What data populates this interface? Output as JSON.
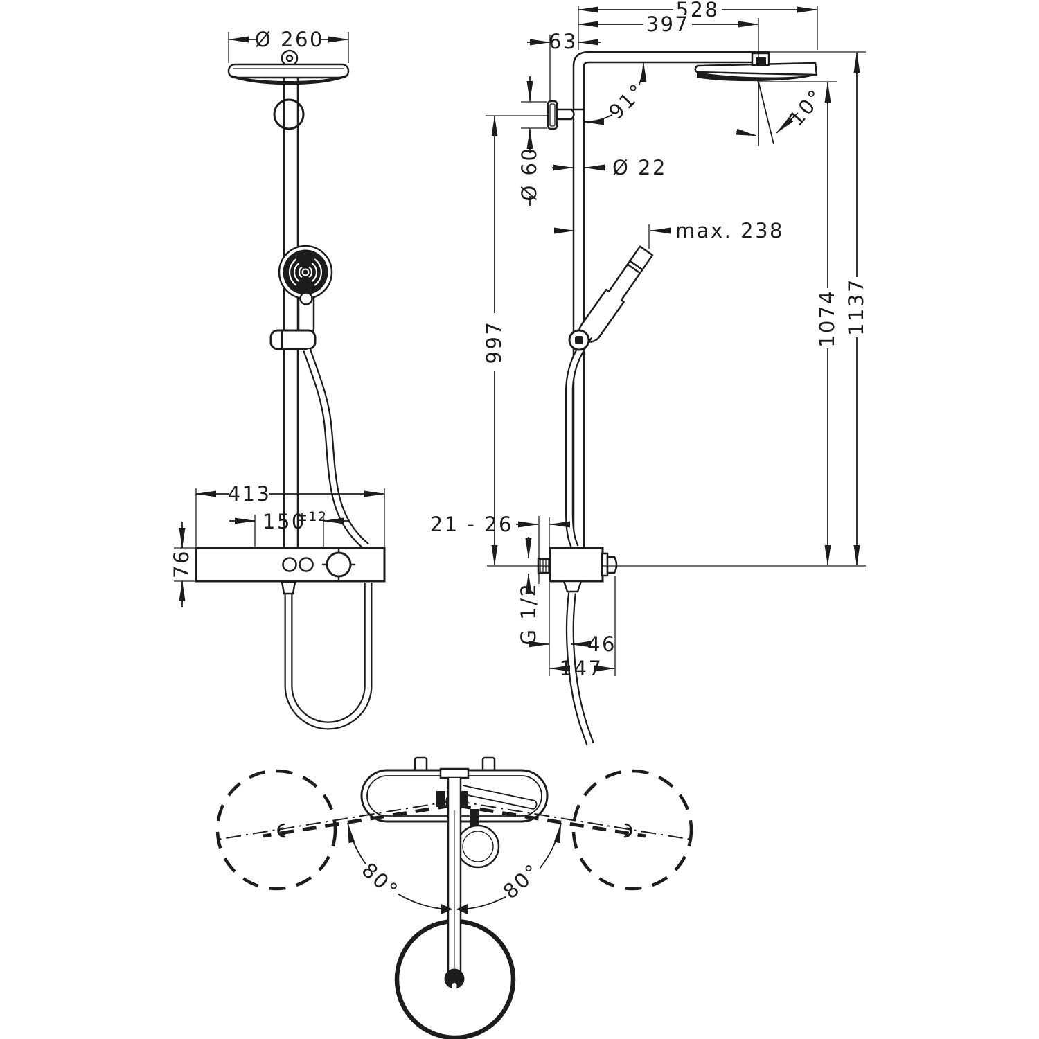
{
  "drawing": {
    "front_view": {
      "head_diameter": "Ø 260",
      "valve_width": "413",
      "connection_spacing": "150",
      "connection_tolerance": "±12",
      "valve_height": "76"
    },
    "side_view": {
      "arm_reach": "528",
      "head_center_reach": "397",
      "wall_to_pipe": "63",
      "arm_angle": "91°",
      "head_tilt_angle": "10°",
      "escutcheon_diameter": "Ø 60",
      "pipe_diameter": "Ø 22",
      "handshower_reach": "max. 238",
      "pipe_height": "997",
      "head_underside_height": "1074",
      "overall_height": "1137",
      "wall_clearance": "21 - 26",
      "connection_thread": "G 1/2",
      "hose_to_wall": "46",
      "valve_depth": "147"
    },
    "top_view": {
      "swivel_angle_left": "80°",
      "swivel_angle_right": "80°"
    }
  }
}
